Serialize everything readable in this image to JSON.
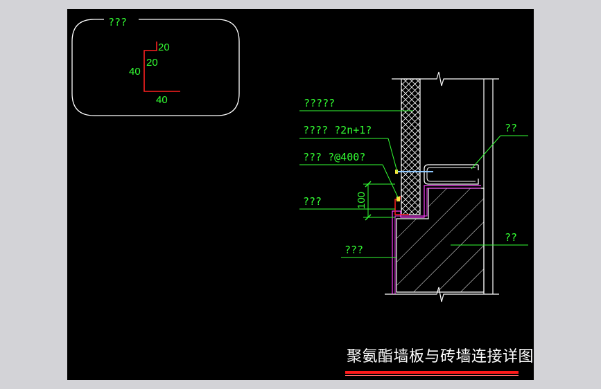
{
  "colors": {
    "background_outer": "#d3d3d7",
    "canvas": "#000000",
    "text_green": "#33ff33",
    "leader_green": "#33ff33",
    "dim_red": "#ff2020",
    "magenta": "#ff40ff",
    "structure_white": "#ffffff",
    "title_underline": "#ff1a1a"
  },
  "inset": {
    "title": "???",
    "dim_top": "20",
    "dim_mid": "20",
    "dim_left": "40",
    "dim_bottom": "40"
  },
  "labels": {
    "panel": "?????",
    "screw": "???? ?2n+1?",
    "bolt": "??? ?@400?",
    "angle": "???",
    "beam": "???",
    "right_top": "??",
    "right_mid": "??",
    "dim_height": "100"
  },
  "title": "聚氨酯墙板与砖墙连接详图"
}
